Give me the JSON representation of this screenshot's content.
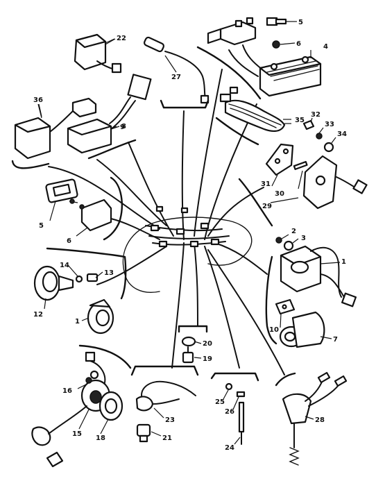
{
  "labels": {
    "l1a": "1",
    "l1b": "1",
    "l2": "2",
    "l3": "3",
    "l4": "4",
    "l5": "5",
    "l6": "6",
    "l7": "7",
    "l8": "8",
    "l9": "9",
    "l10": "10",
    "l12": "12",
    "l13": "13",
    "l14": "14",
    "l15": "15",
    "l16": "16",
    "l18": "18",
    "l19": "19",
    "l20": "20",
    "l21": "21",
    "l23": "23",
    "l24": "24",
    "l25": "25",
    "l26": "26",
    "l27": "27",
    "l28": "28",
    "l29": "29",
    "l30": "30",
    "l31": "31",
    "l32": "32",
    "l33": "33",
    "l34": "34",
    "l35": "35",
    "l36": "36",
    "l22": "22",
    "l5b": "5",
    "l6b": "6"
  }
}
